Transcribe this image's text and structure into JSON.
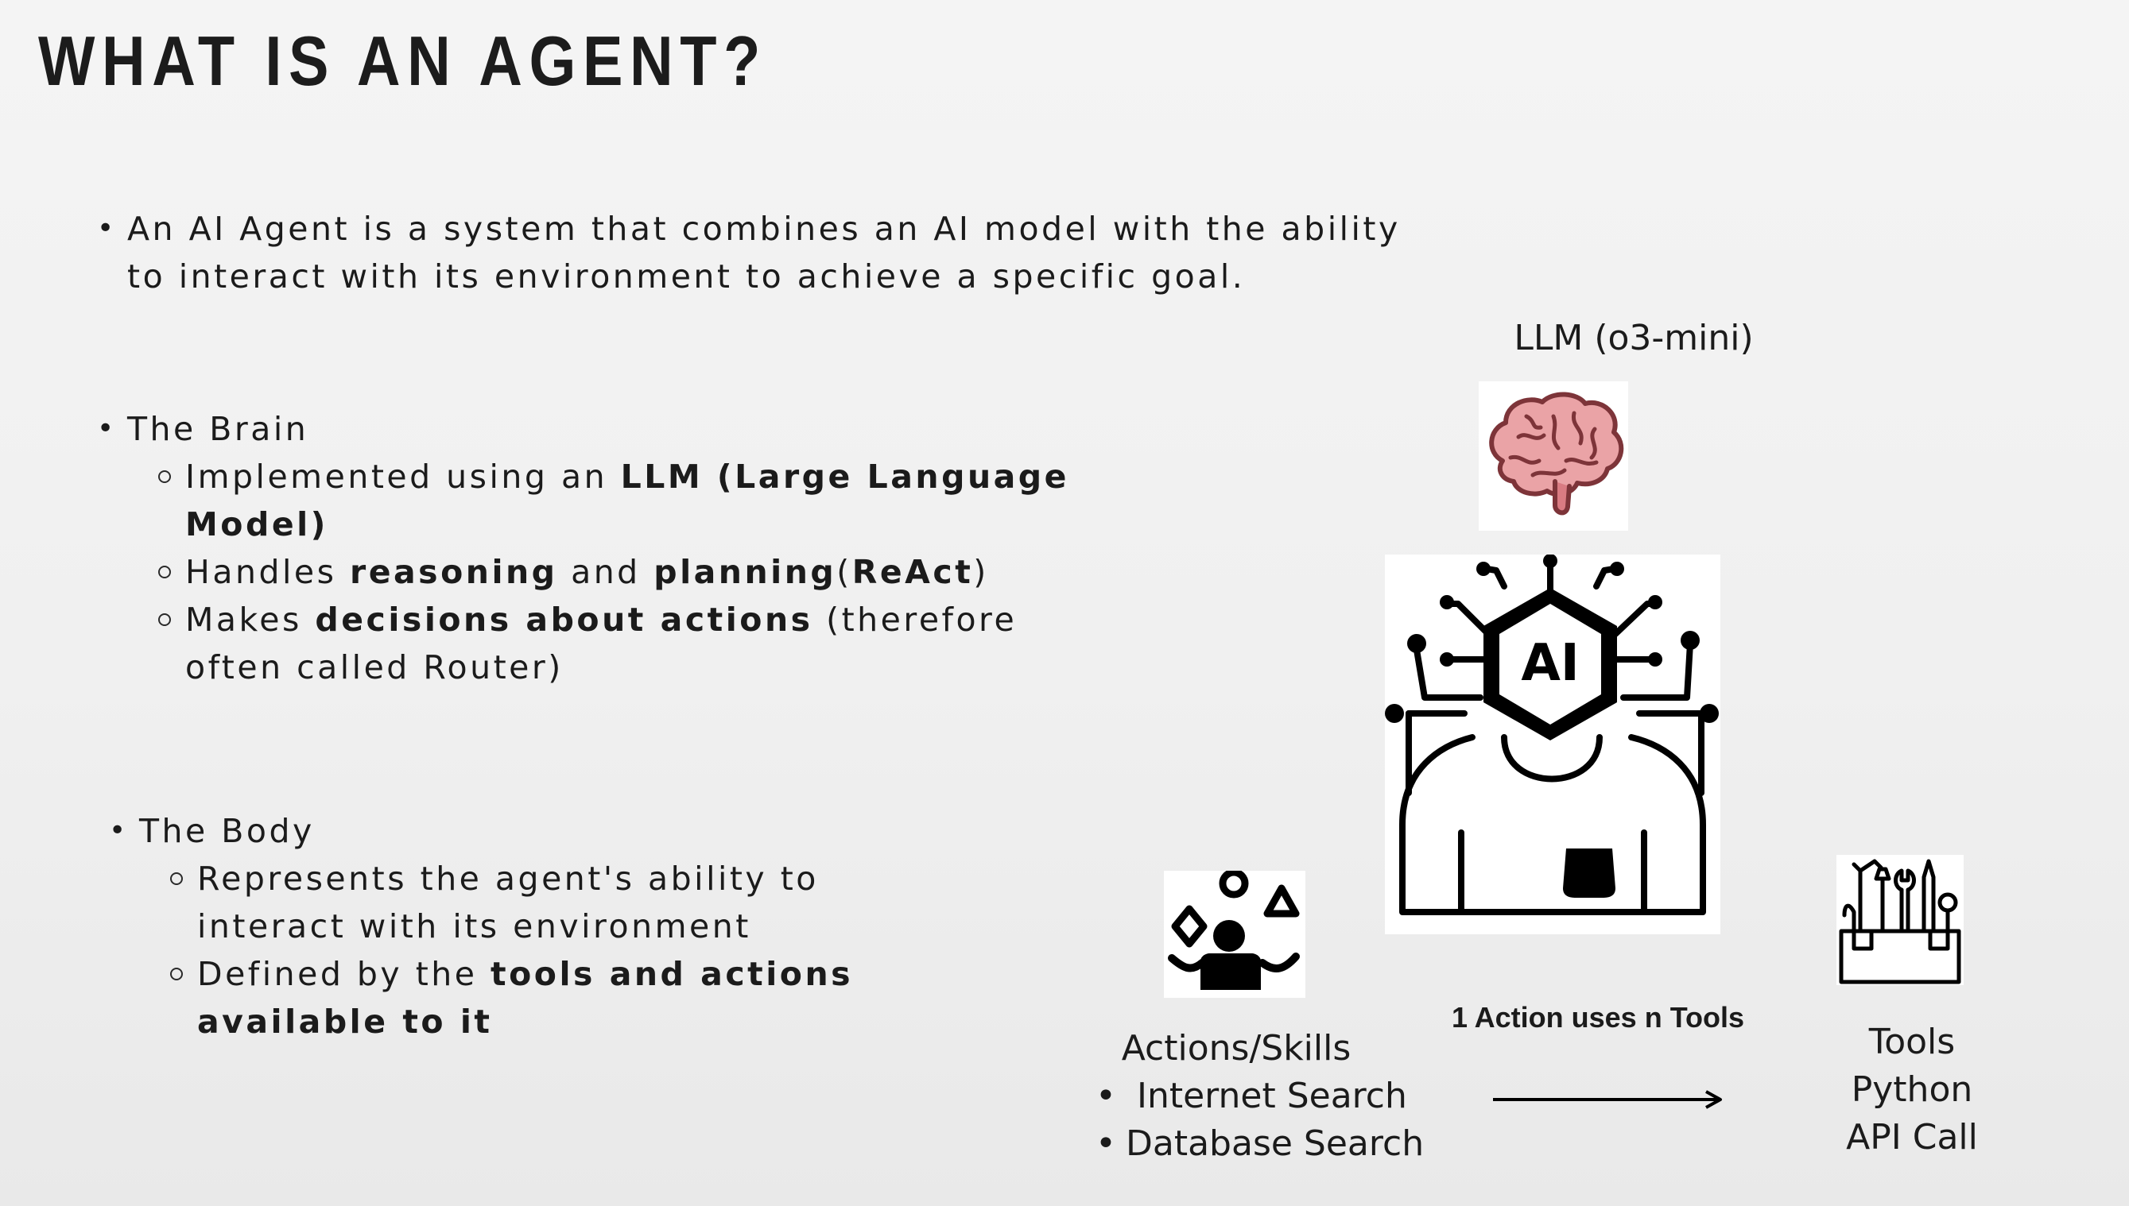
{
  "title": "WHAT IS AN AGENT?",
  "definition": {
    "line1": "An AI Agent is a system that combines an AI model with the ability",
    "line2": "to interact with its environment to achieve a specific goal."
  },
  "brain": {
    "heading": "The Brain",
    "item1": {
      "pre": "Implemented using an ",
      "bold": "LLM (Large Language",
      "bold2": "Model)"
    },
    "item2": {
      "pre": "Handles ",
      "bold1": "reasoning",
      "mid": " and ",
      "bold2": "planning",
      "paren_open": "(",
      "bold3": "ReAct",
      "paren_close": ")"
    },
    "item3": {
      "pre": "Makes ",
      "bold": "decisions about actions",
      "post": " (therefore",
      "line2": "often called Router)"
    }
  },
  "body": {
    "heading": "The Body",
    "item1": {
      "line1": "Represents the agent's ability to",
      "line2": "interact with its environment"
    },
    "item2": {
      "pre": "Defined by the ",
      "bold": "tools and actions",
      "bold2": "available to it"
    }
  },
  "diagram": {
    "llm_label": "LLM (o3-mini)",
    "ai_badge": "AI",
    "actions_title": "Actions/Skills",
    "actions_items": [
      "Internet Search",
      "Database Search"
    ],
    "relation_label": "1 Action uses n Tools",
    "tools_lines": [
      "Tools",
      "Python",
      "API Call"
    ],
    "icons": [
      "brain-icon",
      "ai-robot-icon",
      "juggler-icon",
      "toolbox-icon",
      "arrow-right-icon"
    ]
  },
  "colors": {
    "text": "#1b1b1b",
    "brain_pink": "#e9a1a5",
    "brain_outline": "#8c3a3f"
  }
}
